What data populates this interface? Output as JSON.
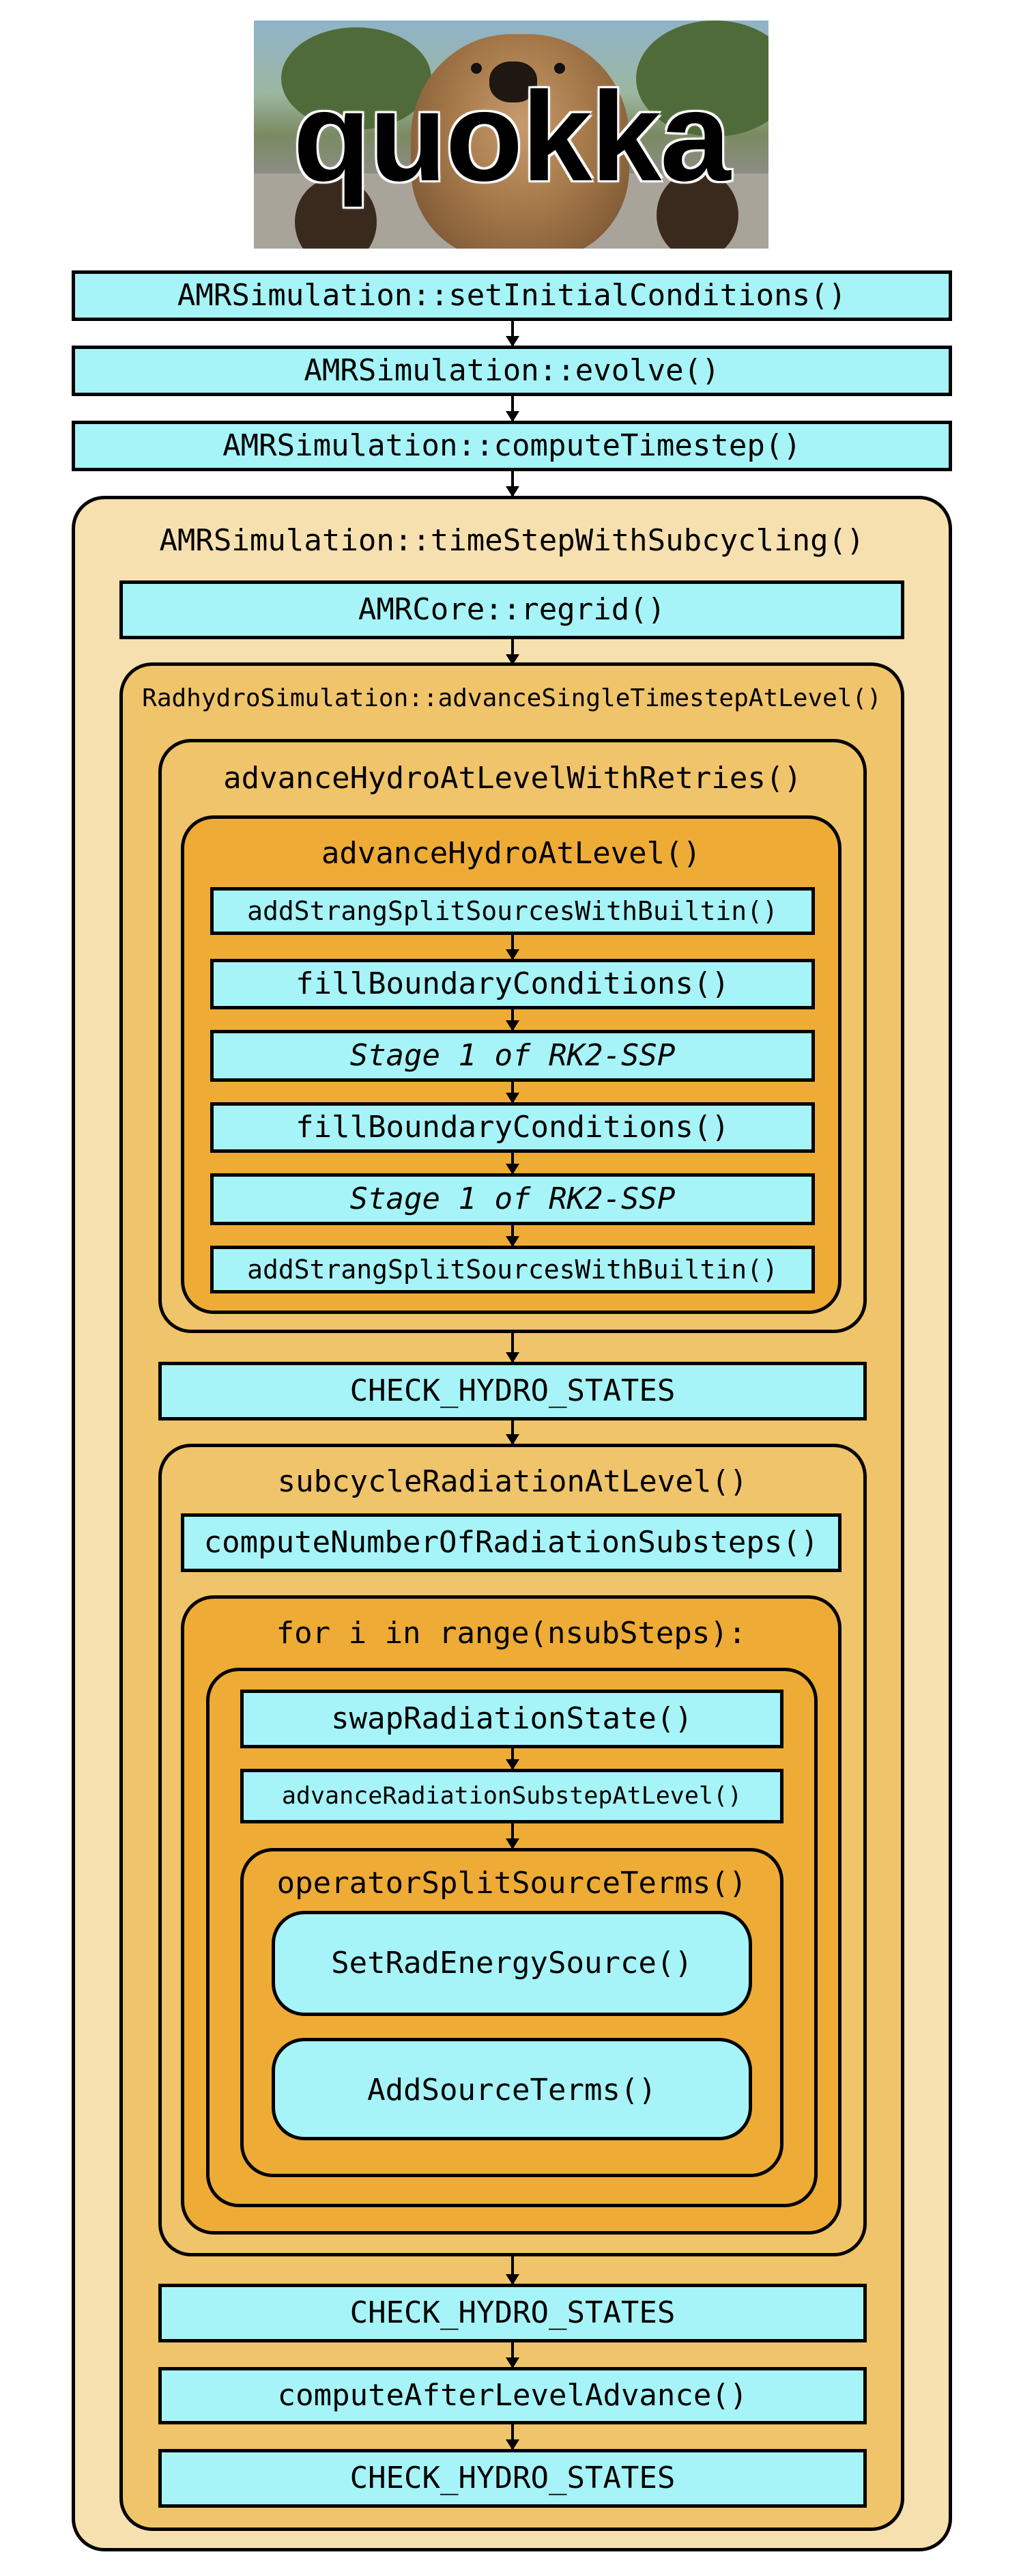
{
  "logo": {
    "word": "quokka"
  },
  "top": {
    "set_initial": "AMRSimulation::setInitialConditions()",
    "evolve": "AMRSimulation::evolve()",
    "compute_timestep": "AMRSimulation::computeTimestep()"
  },
  "subcycling": {
    "title": "AMRSimulation::timeStepWithSubcycling()",
    "regrid": "AMRCore::regrid()",
    "level": {
      "title": "RadhydroSimulation::advanceSingleTimestepAtLevel()",
      "retries": {
        "title": "advanceHydroAtLevelWithRetries()",
        "hydro": {
          "title": "advanceHydroAtLevel()",
          "steps": [
            "addStrangSplitSourcesWithBuiltin()",
            "fillBoundaryConditions()",
            "Stage 1 of RK2-SSP",
            "fillBoundaryConditions()",
            "Stage 1 of RK2-SSP",
            "addStrangSplitSourcesWithBuiltin()"
          ]
        }
      },
      "check1": "CHECK_HYDRO_STATES",
      "radiation": {
        "title": "subcycleRadiationAtLevel()",
        "num_substeps": "computeNumberOfRadiationSubsteps()",
        "loop": {
          "title": "for i in range(nsubSteps):",
          "swap": "swapRadiationState()",
          "advance": "advanceRadiationSubstepAtLevel()",
          "operator": {
            "title": "operatorSplitSourceTerms()",
            "set_rad": "SetRadEnergySource()",
            "add_source": "AddSourceTerms()"
          }
        }
      },
      "check2": "CHECK_HYDRO_STATES",
      "after_level": "computeAfterLevelAdvance()",
      "check3": "CHECK_HYDRO_STATES"
    }
  }
}
